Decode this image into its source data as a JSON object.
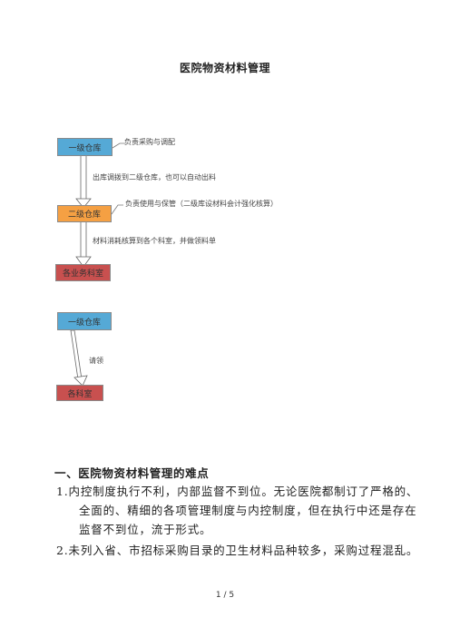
{
  "document": {
    "title": "医院物资材料管理",
    "flow1": {
      "box1": "一级仓库",
      "note1": "负责采购与调配",
      "arrow1_label": "出库调拨到二级仓库，也可以自动出料",
      "box2": "二级仓库",
      "note2": "负责使用与保管（二级库设材料会计强化核算）",
      "arrow2_label": "材料消耗核算到各个科室，并做领料单",
      "box3": "各业务科室"
    },
    "flow2": {
      "box1": "一级仓库",
      "arrow_label": "请领",
      "box2": "各科室"
    },
    "section_heading": "一、医院物资材料管理的难点",
    "items": [
      {
        "first_line": "1.内控制度执行不利，内部监督不到位。无论医院都制订了严格的、",
        "continuation": [
          "全面的、精细的各项管理制度与内控制度，但在执行中还是存在",
          "监督不到位，流于形式。"
        ]
      },
      {
        "first_line": "2.未列入省、市招标采购目录的卫生材料品种较多，采购过程混乱。",
        "continuation": []
      }
    ],
    "page_number": "1 / 5"
  },
  "colors": {
    "warehouse_blue": "#55a9d6",
    "warehouse2_orange": "#f5a043",
    "department_red": "#c8504f"
  }
}
